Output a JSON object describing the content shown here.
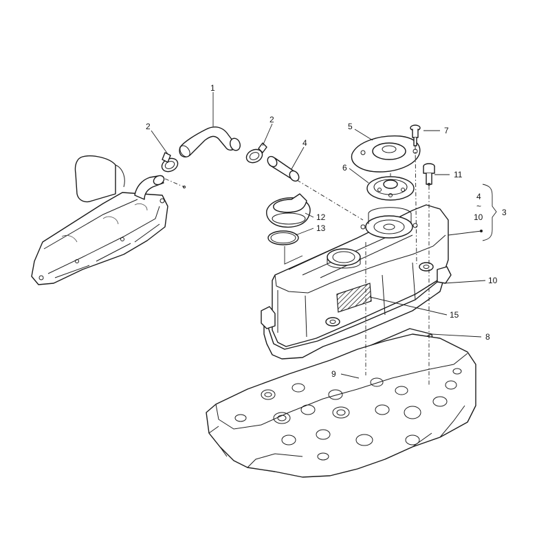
{
  "callouts": [
    {
      "id": "1",
      "label": "1"
    },
    {
      "id": "2a",
      "label": "2"
    },
    {
      "id": "2b",
      "label": "2"
    },
    {
      "id": "3",
      "label": "3"
    },
    {
      "id": "4",
      "label": "4"
    },
    {
      "id": "range-from",
      "label": "4"
    },
    {
      "id": "range-tilde",
      "label": "~"
    },
    {
      "id": "range-to",
      "label": "10"
    },
    {
      "id": "5",
      "label": "5"
    },
    {
      "id": "6",
      "label": "6"
    },
    {
      "id": "7",
      "label": "7"
    },
    {
      "id": "8",
      "label": "8"
    },
    {
      "id": "9",
      "label": "9"
    },
    {
      "id": "10",
      "label": "10"
    },
    {
      "id": "11",
      "label": "11"
    },
    {
      "id": "12",
      "label": "12"
    },
    {
      "id": "13",
      "label": "13"
    },
    {
      "id": "15",
      "label": "15"
    }
  ],
  "colors": {
    "line": "#1a1a1a",
    "background": "#ffffff"
  }
}
